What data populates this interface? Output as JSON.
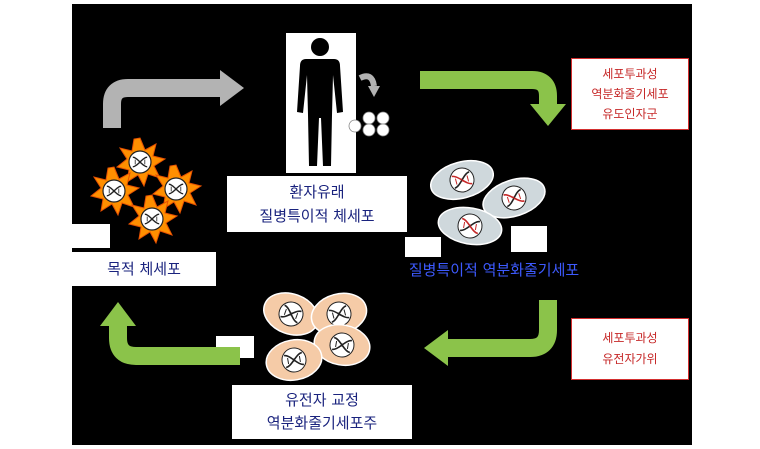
{
  "colors": {
    "background": "#000000",
    "gray_arrow": "#b3b3b3",
    "green_arrow": "#8bc34a",
    "label_text": "#1a237e",
    "factor_text": "#c62828",
    "factor_border": "#d32f2f",
    "somatic_cell": "#ff8f00",
    "ips_cell": "#cfd8dc",
    "corrected_cell": "#f5cba7"
  },
  "icons": [
    "human-silhouette-icon",
    "dna-icon",
    "curved-arrow-icon"
  ],
  "labels": {
    "patient_cells": {
      "line1": "환자유래",
      "line2": "질병특이적 체세포"
    },
    "target_cells": "목적 체세포",
    "disease_ips": "질병특이적 역분화줄기세포",
    "corrected_ips": {
      "line1": "유전자 교정",
      "line2": "역분화줄기세포주"
    }
  },
  "factors": {
    "reprogramming": {
      "line1": "세포투과성",
      "line2": "역분화줄기세포",
      "line3": "유도인자군"
    },
    "gene_scissors": {
      "line1": "세포투과성",
      "line2": "유전자가위"
    }
  }
}
